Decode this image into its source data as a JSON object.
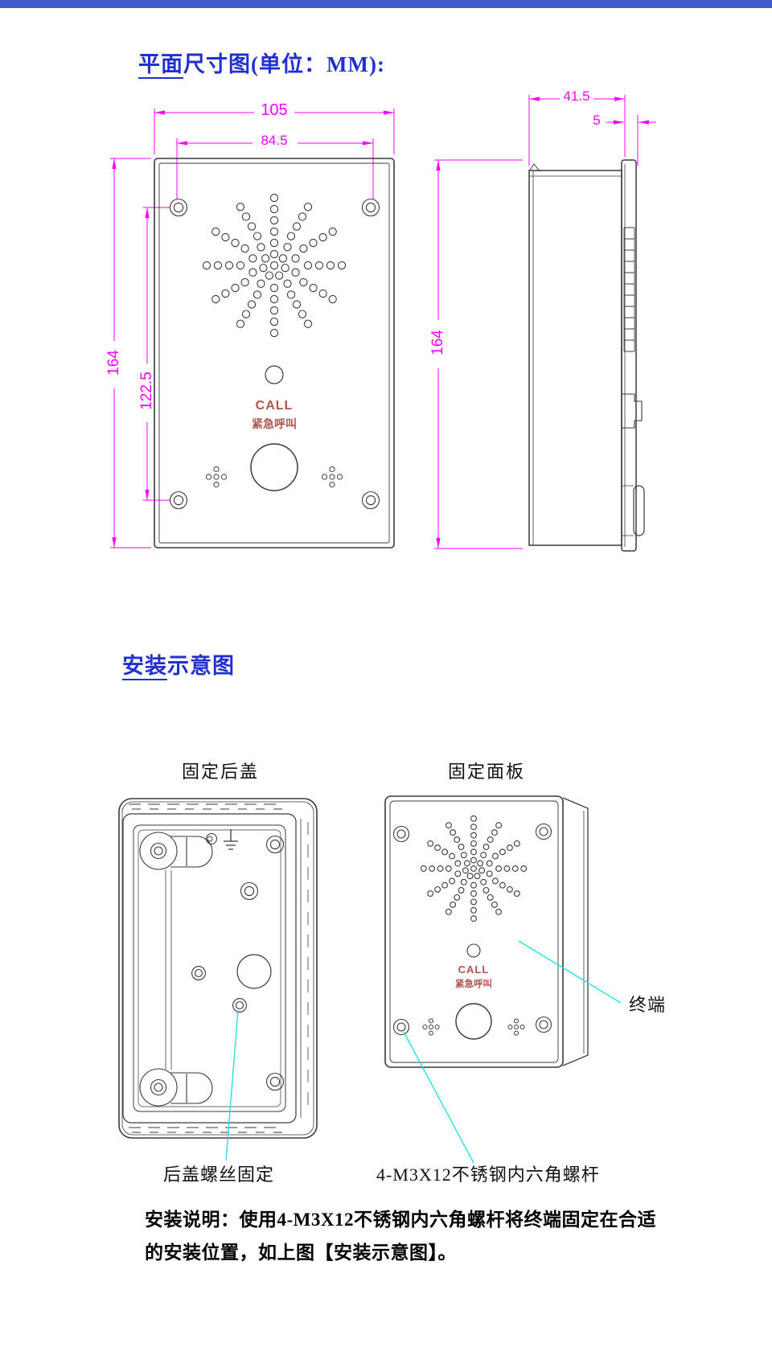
{
  "colors": {
    "title_blue": "#2130d2",
    "dimension_magenta": "#ff00ff",
    "call_red": "#b0544e",
    "leader_cyan": "#26dfe8",
    "line_dark": "#3a3a3a",
    "bottom_bar_blue": "#3f5cc8"
  },
  "section_plan": {
    "title_underlined": "平面",
    "title_rest": "尺寸图(单位：MM):",
    "dimensions": {
      "front_width": "105",
      "hole_spacing_h": "84.5",
      "front_height": "164",
      "hole_spacing_v": "122.5",
      "side_depth": "41.5",
      "panel_thickness": "5",
      "side_height": "164"
    },
    "device_front": {
      "call_label": "CALL",
      "call_cn": "紧急呼叫"
    }
  },
  "section_install": {
    "title_underlined": "安装",
    "title_rest": "示意图",
    "left_caption": "固定后盖",
    "right_caption": "固定面板",
    "device_panel": {
      "call_label": "CALL",
      "call_cn": "紧急呼叫"
    },
    "annotations": {
      "rear_screw": "后盖螺丝固定",
      "bolt_spec": "4-M3X12不锈钢内六角螺杆",
      "terminal": "终端"
    }
  },
  "footer_note": {
    "line1": "安装说明：使用4-M3X12不锈钢内六角螺杆将终端固定在合适",
    "line2": "的安装位置，如上图【安装示意图】。"
  }
}
